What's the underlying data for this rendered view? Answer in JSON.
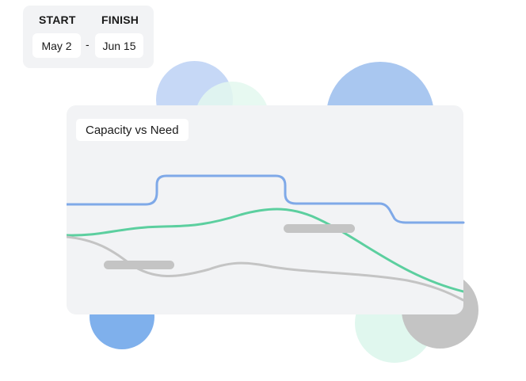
{
  "date_range": {
    "start_label": "START",
    "finish_label": "FINISH",
    "start_value": "May 2",
    "separator": "-",
    "finish_value": "Jun 15"
  },
  "chart_card": {
    "title": "Capacity vs Need"
  },
  "chart_data": {
    "type": "line",
    "title": "Capacity vs Need",
    "series": [
      {
        "color": "#7fa9e8",
        "shape": "step"
      },
      {
        "color": "#5ccf9f",
        "shape": "smooth"
      },
      {
        "color": "#c4c4c4",
        "shape": "smooth"
      }
    ],
    "markers": [
      {
        "color": "#c4c4c4"
      },
      {
        "color": "#c4c4c4"
      }
    ]
  },
  "colors": {
    "blue": "#7fa9e8",
    "green": "#5ccf9f",
    "gray": "#c4c4c4",
    "light_blue": "#c6d8f6",
    "mint": "#e3f8ef",
    "deep_blue": "#7fb0ec",
    "card_bg": "#f2f3f5"
  }
}
